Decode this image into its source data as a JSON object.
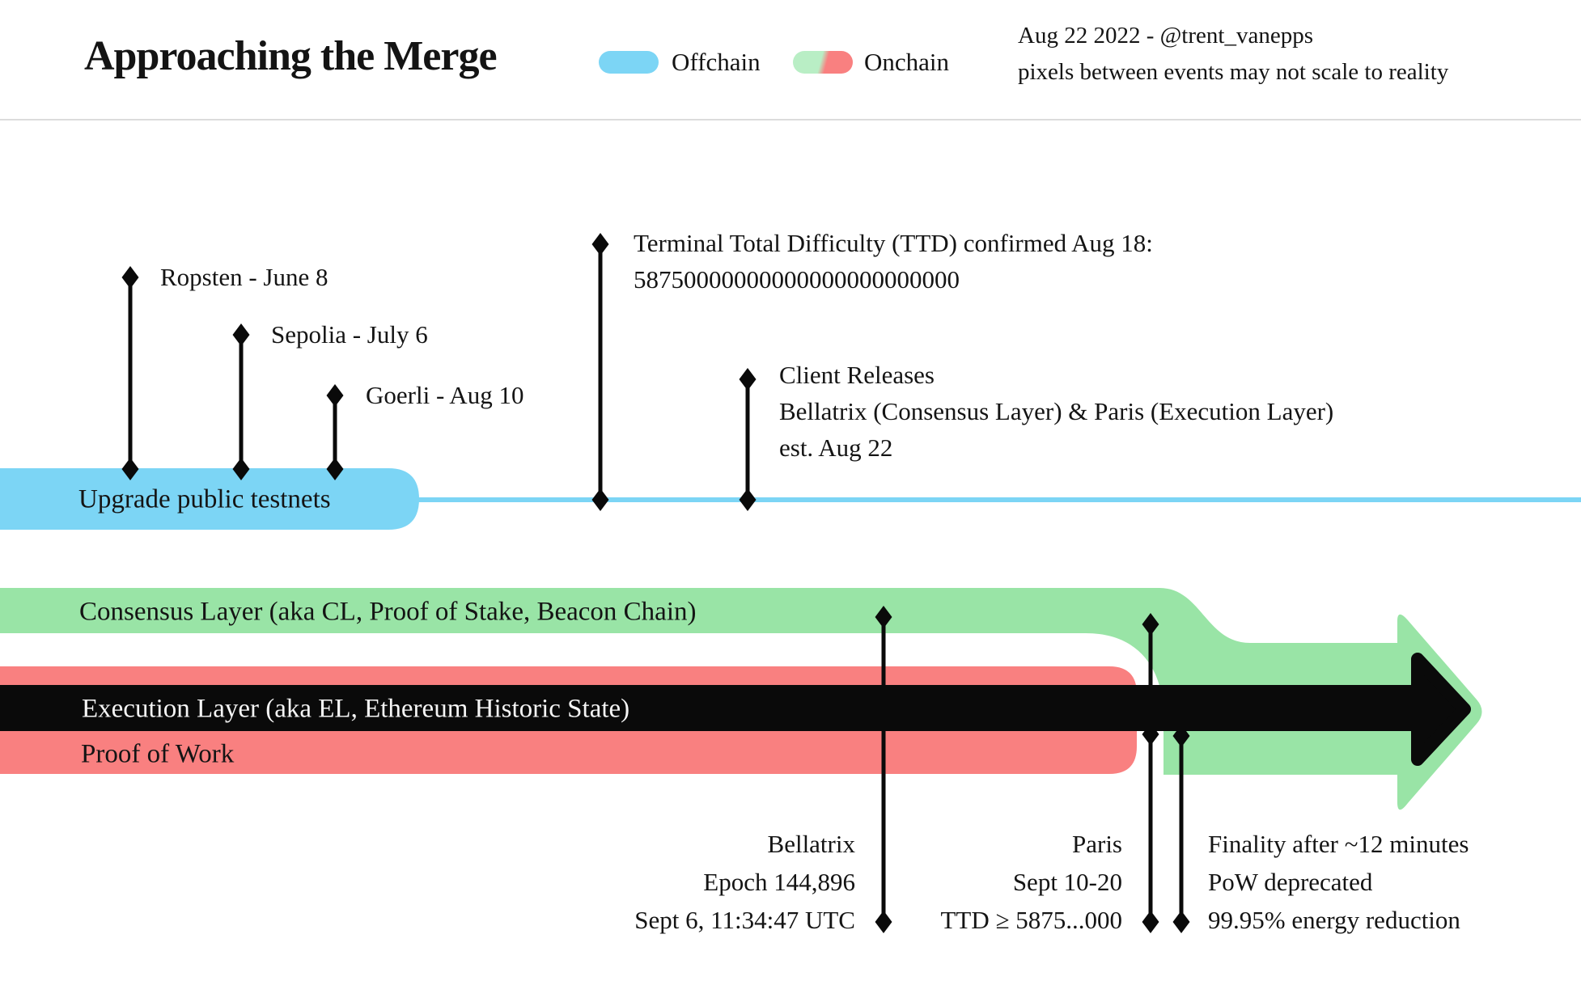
{
  "header": {
    "title": "Approaching the Merge",
    "credit_line1": "Aug 22 2022 - @trent_vanepps",
    "credit_line2": "pixels between events may not scale to reality",
    "legend": {
      "offchain_label": "Offchain",
      "onchain_label": "Onchain"
    }
  },
  "colors": {
    "offchain_blue": "#7cd5f5",
    "onchain_green": "#99e4a6",
    "onchain_legend_green": "#b9eec5",
    "onchain_red": "#f98080",
    "arrow_black": "#0a0a0a"
  },
  "bands": {
    "offchain_bar_label": "Upgrade public testnets",
    "consensus_label": "Consensus Layer (aka CL, Proof of Stake, Beacon Chain)",
    "execution_label": "Execution Layer (aka EL, Ethereum Historic State)",
    "pow_label": "Proof of Work"
  },
  "timeline_events": [
    {
      "id": "ropsten",
      "label": "Ropsten - June 8"
    },
    {
      "id": "sepolia",
      "label": "Sepolia - July 6"
    },
    {
      "id": "goerli",
      "label": "Goerli - Aug 10"
    },
    {
      "id": "ttd",
      "label": "Terminal Total Difficulty (TTD) confirmed Aug 18:",
      "label2": "58750000000000000000000000"
    },
    {
      "id": "client-releases",
      "label": "Client Releases",
      "label2": "Bellatrix (Consensus Layer) & Paris (Execution Layer)",
      "label3": "est. Aug 22"
    }
  ],
  "merge_events": [
    {
      "id": "bellatrix",
      "lines": [
        "Bellatrix",
        "Epoch 144,896",
        "Sept 6, 11:34:47 UTC"
      ]
    },
    {
      "id": "paris",
      "lines": [
        "Paris",
        "Sept 10-20",
        "TTD ≥ 5875...000"
      ]
    },
    {
      "id": "finality",
      "lines": [
        "Finality after ~12 minutes",
        "PoW deprecated",
        "99.95% energy reduction"
      ]
    }
  ]
}
